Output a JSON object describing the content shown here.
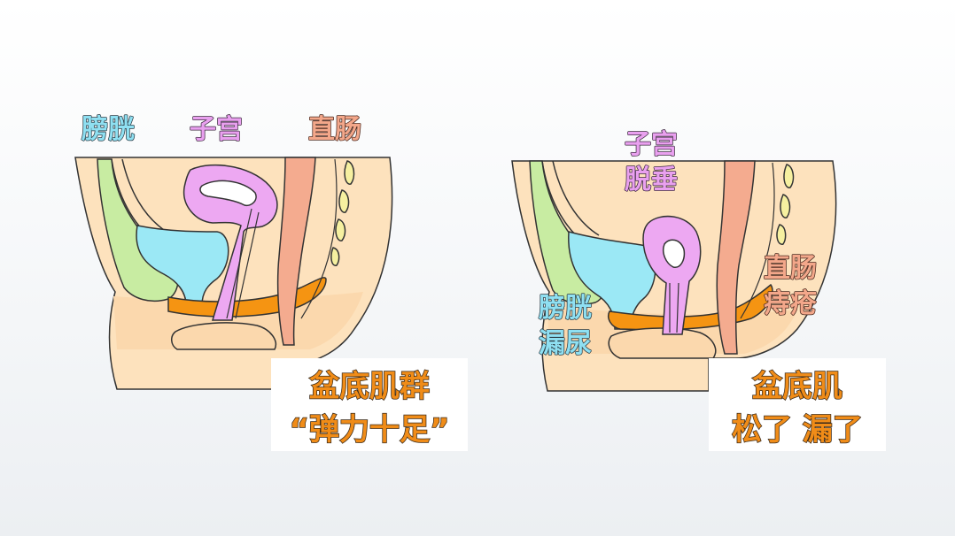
{
  "colors": {
    "bladder": "#9be8f5",
    "uterus": "#eda8f2",
    "rectum": "#f4ab8f",
    "pelvic_floor": "#f59412",
    "pubic": "#c8eca2",
    "skin": "#fde2bd",
    "spine": "#f6f0a0",
    "caption_text": "#f08c18"
  },
  "left_panel": {
    "label_bladder": "膀胱",
    "label_uterus": "子宫",
    "label_rectum": "直肠",
    "caption_line1": "盆底肌群",
    "caption_line2": "“弹力十足”"
  },
  "right_panel": {
    "label_uterus_prolapse_1": "子宫",
    "label_uterus_prolapse_2": "脱垂",
    "label_rectum_1": "直肠",
    "label_rectum_2": "痔疮",
    "label_bladder_1": "膀胱",
    "label_bladder_2": "漏尿",
    "caption_line1": "盆底肌",
    "caption_line2": "松了 漏了"
  }
}
